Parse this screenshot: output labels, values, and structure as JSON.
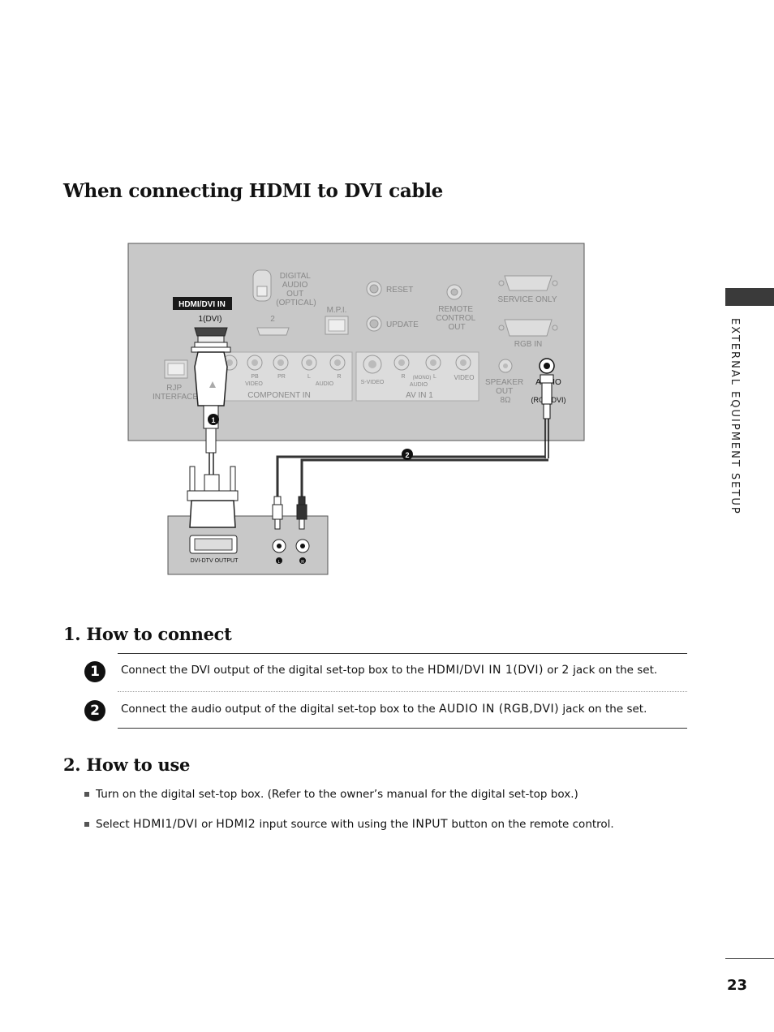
{
  "page": {
    "title": "When connecting HDMI to DVI cable",
    "side_tab": "EXTERNAL EQUIPMENT SETUP",
    "page_number": "23"
  },
  "diagram": {
    "hdmi_dvi_in": "HDMI/DVI IN",
    "hdmi_1_dvi": "1(DVI)",
    "hdmi_2": "2",
    "digital_audio_out": [
      "DIGITAL",
      "AUDIO",
      "OUT",
      "(OPTICAL)"
    ],
    "mpi": "M.P.I.",
    "reset": "RESET",
    "update": "UPDATE",
    "remote_control_out": [
      "REMOTE",
      "CONTROL",
      "OUT"
    ],
    "service_only": "SERVICE ONLY",
    "rgb_in": "RGB IN",
    "rjp_interface": [
      "RJP",
      "INTERFACE"
    ],
    "component_in": "COMPONENT IN",
    "comp_video": "VIDEO",
    "comp_pb": "PB",
    "comp_pr": "PR",
    "comp_l": "L",
    "comp_audio": "AUDIO",
    "comp_r": "R",
    "av_in_1": "AV IN 1",
    "s_video": "S-VIDEO",
    "av_r": "R",
    "av_mono": "(MONO)",
    "av_l": "L",
    "av_audio": "AUDIO",
    "av_video": "VIDEO",
    "speaker_out": [
      "SPEAKER",
      "OUT",
      "8Ω"
    ],
    "audio_in": "AUDIO",
    "audio_in_sub": "(RGB/DVI)",
    "callout_1": "1",
    "callout_2": "2",
    "dvi_dtv_output": "DVI-DTV OUTPUT",
    "stb_l": "L",
    "stb_r": "R"
  },
  "how_to_connect": {
    "heading": "1. How to connect",
    "steps": [
      {
        "badge": "1",
        "pre": "Connect the DVI output of the digital set-top box to the ",
        "kw1": "HDMI/DVI IN 1(DVI)",
        "mid": " or ",
        "kw2": "2",
        "post": " jack on the set."
      },
      {
        "badge": "2",
        "pre": "Connect the audio output of the digital set-top box to the ",
        "kw1": "AUDIO IN (RGB,DVI)",
        "post": " jack on the set."
      }
    ]
  },
  "how_to_use": {
    "heading": "2. How to use",
    "bullet1": "Turn on the digital set-top box. (Refer to the owner’s manual for the digital set-top box.)",
    "bullet2": {
      "pre": "Select ",
      "kw1": "HDMI1/DVI",
      "mid1": " or ",
      "kw2": "HDMI2",
      "mid2": " input source with using the ",
      "kw3": "INPUT",
      "post": " button on the remote control."
    }
  }
}
